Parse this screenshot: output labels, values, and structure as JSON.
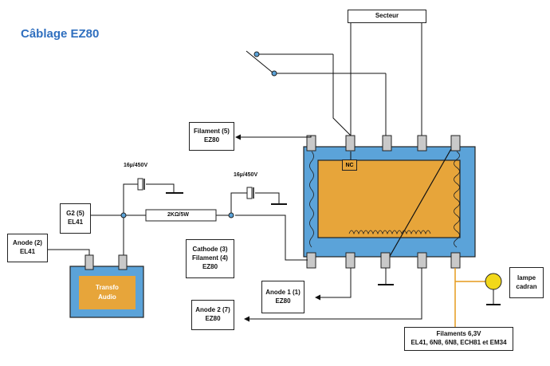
{
  "title": "Câblage EZ80",
  "labels": {
    "secteur": "Secteur",
    "filament5": [
      "Filament (5)",
      "EZ80"
    ],
    "g2": [
      "G2 (5)",
      "EL41"
    ],
    "anode2_el41": [
      "Anode (2)",
      "EL41"
    ],
    "cathode": [
      "Cathode (3)",
      "Filament (4)",
      "EZ80"
    ],
    "anode1": [
      "Anode 1 (1)",
      "EZ80"
    ],
    "anode2_ez80": [
      "Anode 2 (7)",
      "EZ80"
    ],
    "lampe": [
      "lampe",
      "cadran"
    ],
    "filaments": [
      "Filaments 6,3V",
      "EL41, 6N8, 6N8, ECH81 et EM34"
    ],
    "cap1": "16µ/450V",
    "cap2": "16µ/450V",
    "resistor": "2KΩ/5W",
    "nc": "NC",
    "transfo": [
      "Transfo",
      "Audio"
    ]
  },
  "colors": {
    "title": "#2f6fbf",
    "tube_blue": "#5ba3d9",
    "tube_orange": "#e7a53a",
    "pin_grey": "#c9c9c9",
    "orange_wire": "#e59a1c",
    "lamp_yellow": "#f2d81a"
  }
}
